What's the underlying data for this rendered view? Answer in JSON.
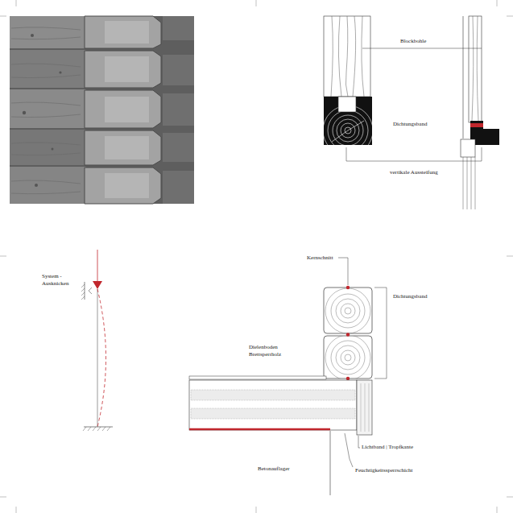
{
  "diagram": {
    "labels": [
      "Blockbohle",
      "Dichtungsband",
      "vertikale Aussteifung",
      "System - Ausknicken",
      "Kernschnitt",
      "Dichtungsband",
      "Dielenboden Brettsperrholz",
      "Lichtband | Tropfkante",
      "Betonauflager",
      "Feuchtigkeitssperrschicht"
    ]
  }
}
